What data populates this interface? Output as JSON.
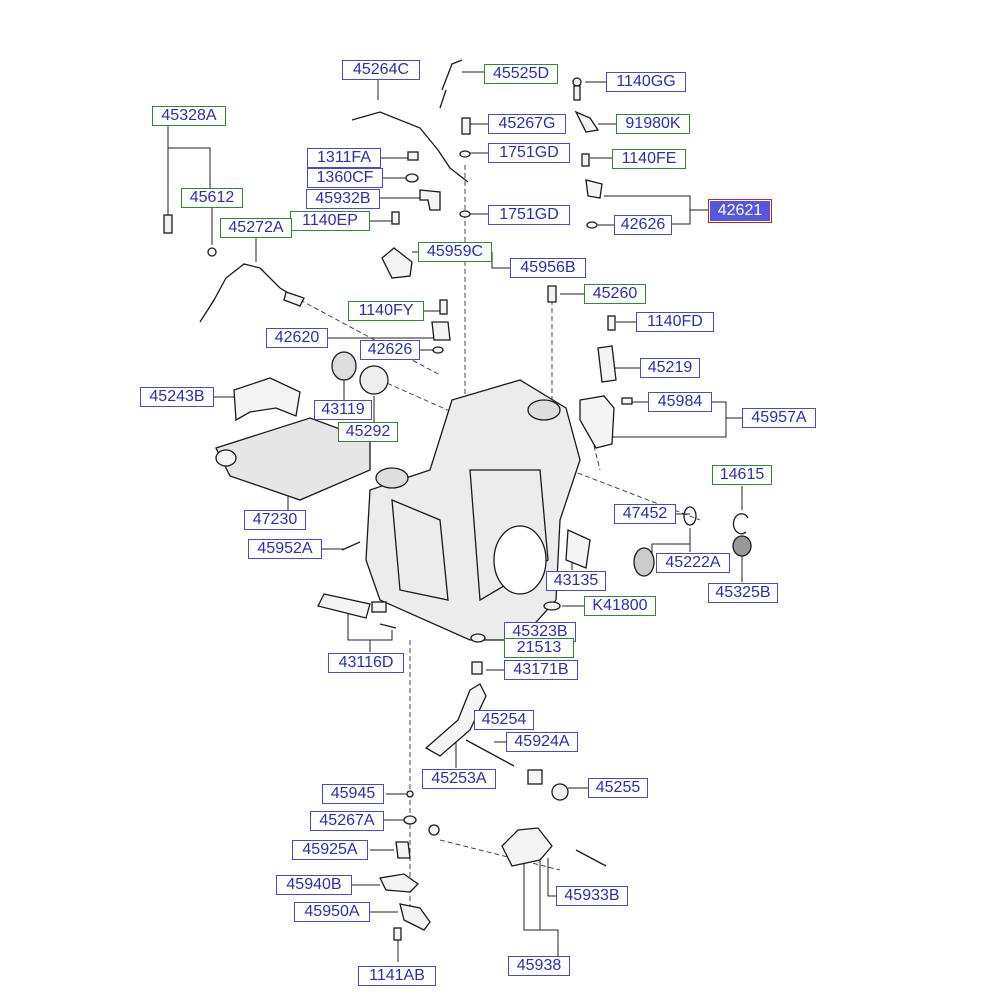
{
  "diagram": {
    "type": "exploded-parts-view",
    "highlight_color": "#5555dd",
    "labels": [
      {
        "id": "45264C",
        "text": "45264C",
        "border": "blue"
      },
      {
        "id": "45525D",
        "text": "45525D",
        "border": "green"
      },
      {
        "id": "1140GG",
        "text": "1140GG",
        "border": "blue"
      },
      {
        "id": "45328A",
        "text": "45328A",
        "border": "green"
      },
      {
        "id": "45267G",
        "text": "45267G",
        "border": "blue"
      },
      {
        "id": "91980K",
        "text": "91980K",
        "border": "green"
      },
      {
        "id": "1311FA",
        "text": "1311FA",
        "border": "blue"
      },
      {
        "id": "1751GD_a",
        "text": "1751GD",
        "border": "blue"
      },
      {
        "id": "1140FE",
        "text": "1140FE",
        "border": "green"
      },
      {
        "id": "1360CF",
        "text": "1360CF",
        "border": "blue"
      },
      {
        "id": "45612",
        "text": "45612",
        "border": "green"
      },
      {
        "id": "45932B",
        "text": "45932B",
        "border": "blue"
      },
      {
        "id": "42621",
        "text": "42621",
        "border": "red",
        "highlighted": true
      },
      {
        "id": "1140EP",
        "text": "1140EP",
        "border": "green"
      },
      {
        "id": "1751GD_b",
        "text": "1751GD",
        "border": "blue"
      },
      {
        "id": "45272A",
        "text": "45272A",
        "border": "green"
      },
      {
        "id": "42626_a",
        "text": "42626",
        "border": "blue"
      },
      {
        "id": "45959C",
        "text": "45959C",
        "border": "green"
      },
      {
        "id": "45956B",
        "text": "45956B",
        "border": "blue"
      },
      {
        "id": "45260",
        "text": "45260",
        "border": "green"
      },
      {
        "id": "1140FY",
        "text": "1140FY",
        "border": "green"
      },
      {
        "id": "1140FD",
        "text": "1140FD",
        "border": "blue"
      },
      {
        "id": "42620",
        "text": "42620",
        "border": "blue"
      },
      {
        "id": "42626_b",
        "text": "42626",
        "border": "blue"
      },
      {
        "id": "45219",
        "text": "45219",
        "border": "blue"
      },
      {
        "id": "45243B",
        "text": "45243B",
        "border": "blue"
      },
      {
        "id": "45984",
        "text": "45984",
        "border": "blue"
      },
      {
        "id": "43119",
        "text": "43119",
        "border": "blue"
      },
      {
        "id": "45957A",
        "text": "45957A",
        "border": "blue"
      },
      {
        "id": "45292",
        "text": "45292",
        "border": "green"
      },
      {
        "id": "14615",
        "text": "14615",
        "border": "green"
      },
      {
        "id": "47452",
        "text": "47452",
        "border": "blue"
      },
      {
        "id": "47230",
        "text": "47230",
        "border": "blue"
      },
      {
        "id": "45952A",
        "text": "45952A",
        "border": "blue"
      },
      {
        "id": "45222A",
        "text": "45222A",
        "border": "blue"
      },
      {
        "id": "43135",
        "text": "43135",
        "border": "blue"
      },
      {
        "id": "45325B",
        "text": "45325B",
        "border": "blue"
      },
      {
        "id": "K41800",
        "text": "K41800",
        "border": "green"
      },
      {
        "id": "45323B",
        "text": "45323B",
        "border": "blue"
      },
      {
        "id": "21513",
        "text": "21513",
        "border": "green"
      },
      {
        "id": "43116D",
        "text": "43116D",
        "border": "blue"
      },
      {
        "id": "43171B",
        "text": "43171B",
        "border": "blue"
      },
      {
        "id": "45254",
        "text": "45254",
        "border": "blue"
      },
      {
        "id": "45924A",
        "text": "45924A",
        "border": "blue"
      },
      {
        "id": "45253A",
        "text": "45253A",
        "border": "blue"
      },
      {
        "id": "45945",
        "text": "45945",
        "border": "blue"
      },
      {
        "id": "45255",
        "text": "45255",
        "border": "blue"
      },
      {
        "id": "45267A",
        "text": "45267A",
        "border": "blue"
      },
      {
        "id": "45925A",
        "text": "45925A",
        "border": "blue"
      },
      {
        "id": "45940B",
        "text": "45940B",
        "border": "blue"
      },
      {
        "id": "45933B",
        "text": "45933B",
        "border": "blue"
      },
      {
        "id": "45950A",
        "text": "45950A",
        "border": "blue"
      },
      {
        "id": "45938",
        "text": "45938",
        "border": "blue"
      },
      {
        "id": "1141AB",
        "text": "1141AB",
        "border": "blue"
      }
    ]
  }
}
